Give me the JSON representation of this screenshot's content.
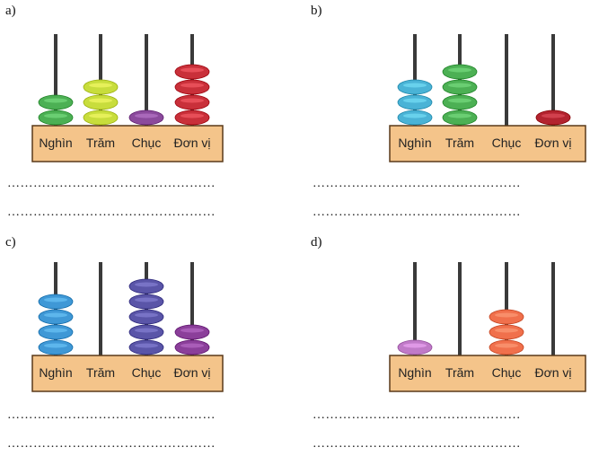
{
  "panels": [
    {
      "label": "a)",
      "columns": [
        {
          "name": "Nghìn",
          "beads": 2,
          "color": "#4cb054"
        },
        {
          "name": "Trăm",
          "beads": 3,
          "color": "#c8dd3c"
        },
        {
          "name": "Chục",
          "beads": 1,
          "color": "#8b4a9c"
        },
        {
          "name": "Đơn vị",
          "beads": 4,
          "color": "#c9303a"
        }
      ],
      "lines": [
        "…………………………………………",
        "…………………………………………"
      ]
    },
    {
      "label": "b)",
      "columns": [
        {
          "name": "Nghìn",
          "beads": 3,
          "color": "#4ab3d6"
        },
        {
          "name": "Trăm",
          "beads": 4,
          "color": "#4cb054"
        },
        {
          "name": "Chục",
          "beads": 0,
          "color": "#888888"
        },
        {
          "name": "Đơn vị",
          "beads": 1,
          "color": "#b3232f"
        }
      ],
      "lines": [
        "…………………………………………",
        "…………………………………………"
      ]
    },
    {
      "label": "c)",
      "columns": [
        {
          "name": "Nghìn",
          "beads": 4,
          "color": "#3f98d6"
        },
        {
          "name": "Trăm",
          "beads": 0,
          "color": "#888888"
        },
        {
          "name": "Chục",
          "beads": 5,
          "color": "#5a55a8"
        },
        {
          "name": "Đơn vị",
          "beads": 2,
          "color": "#8b3f9a"
        }
      ],
      "lines": [
        "…………………………………………",
        "…………………………………………"
      ]
    },
    {
      "label": "d)",
      "columns": [
        {
          "name": "Nghìn",
          "beads": 1,
          "color": "#c07ac8"
        },
        {
          "name": "Trăm",
          "beads": 0,
          "color": "#888888"
        },
        {
          "name": "Chục",
          "beads": 3,
          "color": "#f0704c"
        },
        {
          "name": "Đơn vị",
          "beads": 0,
          "color": "#888888"
        }
      ],
      "lines": [
        "…………………………………………",
        "…………………………………………"
      ]
    }
  ]
}
